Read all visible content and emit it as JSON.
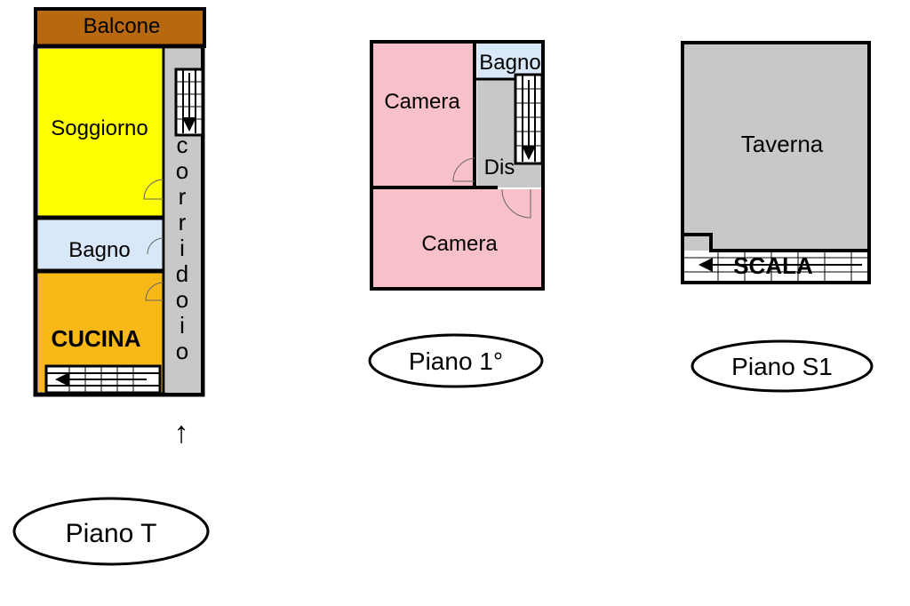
{
  "floors": {
    "ground": {
      "caption": "Piano T",
      "rooms": {
        "balcony": "Balcone",
        "living": "Soggiorno",
        "bath": "Bagno",
        "kitchen": "CUCINA",
        "corridor": "corridoio"
      },
      "entrance_glyph": "↑"
    },
    "first": {
      "caption": "Piano 1°",
      "rooms": {
        "bath": "Bagno",
        "bedroom_top": "Camera",
        "landing": "Dis",
        "bedroom_bottom": "Camera"
      }
    },
    "basement": {
      "caption": "Piano S1",
      "rooms": {
        "tavern": "Taverna",
        "stairs": "SCALA"
      }
    }
  },
  "colors": {
    "balcony": "#b8680e",
    "living": "#ffff00",
    "bath": "#d8e8f8",
    "kitchen": "#f8b818",
    "corridor": "#c8c8c8",
    "bedroom": "#f8c0c8",
    "tavern": "#c8c8c8",
    "wall": "#000000"
  }
}
